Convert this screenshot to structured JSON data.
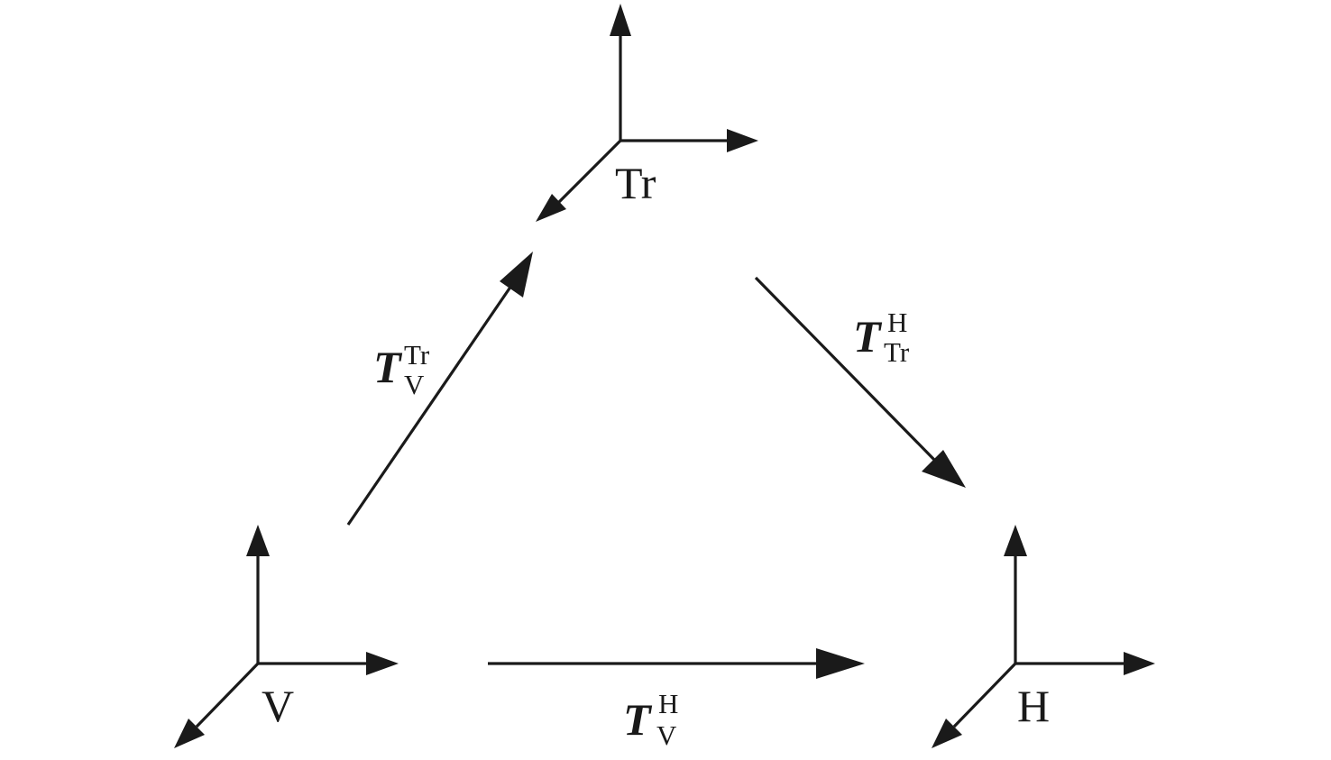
{
  "frames": {
    "tr": {
      "label": "Tr"
    },
    "v": {
      "label": "V"
    },
    "h": {
      "label": "H"
    }
  },
  "transforms": {
    "v_to_tr": {
      "symbol": "T",
      "superscript": "Tr",
      "subscript": "V"
    },
    "tr_to_h": {
      "symbol": "T",
      "superscript": "H",
      "subscript": "Tr"
    },
    "v_to_h": {
      "symbol": "T",
      "superscript": "H",
      "subscript": "V"
    }
  }
}
